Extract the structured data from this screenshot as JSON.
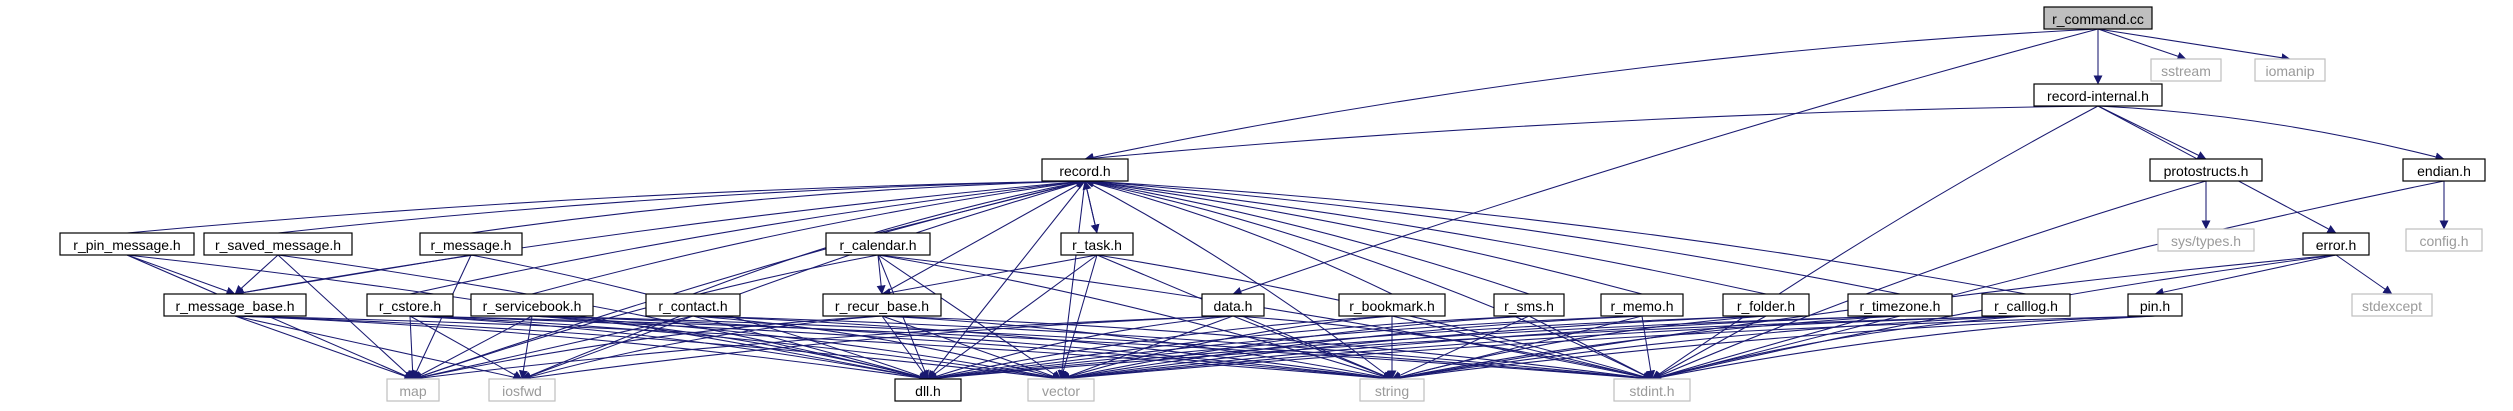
{
  "colors": {
    "root_fill": "#bfbfbf",
    "node_stroke": "#000000",
    "leaf_stroke": "#bfbfbf",
    "leaf_text": "#9a9a9a",
    "node_text": "#000000",
    "edge": "#191970"
  },
  "nodes": {
    "root": "r_command.cc",
    "sstream": "sstream",
    "iomanip": "iomanip",
    "record_internal": "record-internal.h",
    "record": "record.h",
    "protostructs": "protostructs.h",
    "endian": "endian.h",
    "sys_types": "sys/types.h",
    "config": "config.h",
    "error": "error.h",
    "stdexcept": "stdexcept",
    "r_pin_message": "r_pin_message.h",
    "r_saved_message": "r_saved_message.h",
    "r_message": "r_message.h",
    "r_calendar": "r_calendar.h",
    "r_task": "r_task.h",
    "r_message_base": "r_message_base.h",
    "r_cstore": "r_cstore.h",
    "r_servicebook": "r_servicebook.h",
    "r_contact": "r_contact.h",
    "r_recur_base": "r_recur_base.h",
    "data": "data.h",
    "r_bookmark": "r_bookmark.h",
    "r_sms": "r_sms.h",
    "r_memo": "r_memo.h",
    "r_folder": "r_folder.h",
    "r_timezone": "r_timezone.h",
    "r_calllog": "r_calllog.h",
    "pin": "pin.h",
    "map": "map",
    "iosfwd": "iosfwd",
    "dll": "dll.h",
    "vector": "vector",
    "string": "string",
    "stdint": "stdint.h"
  }
}
